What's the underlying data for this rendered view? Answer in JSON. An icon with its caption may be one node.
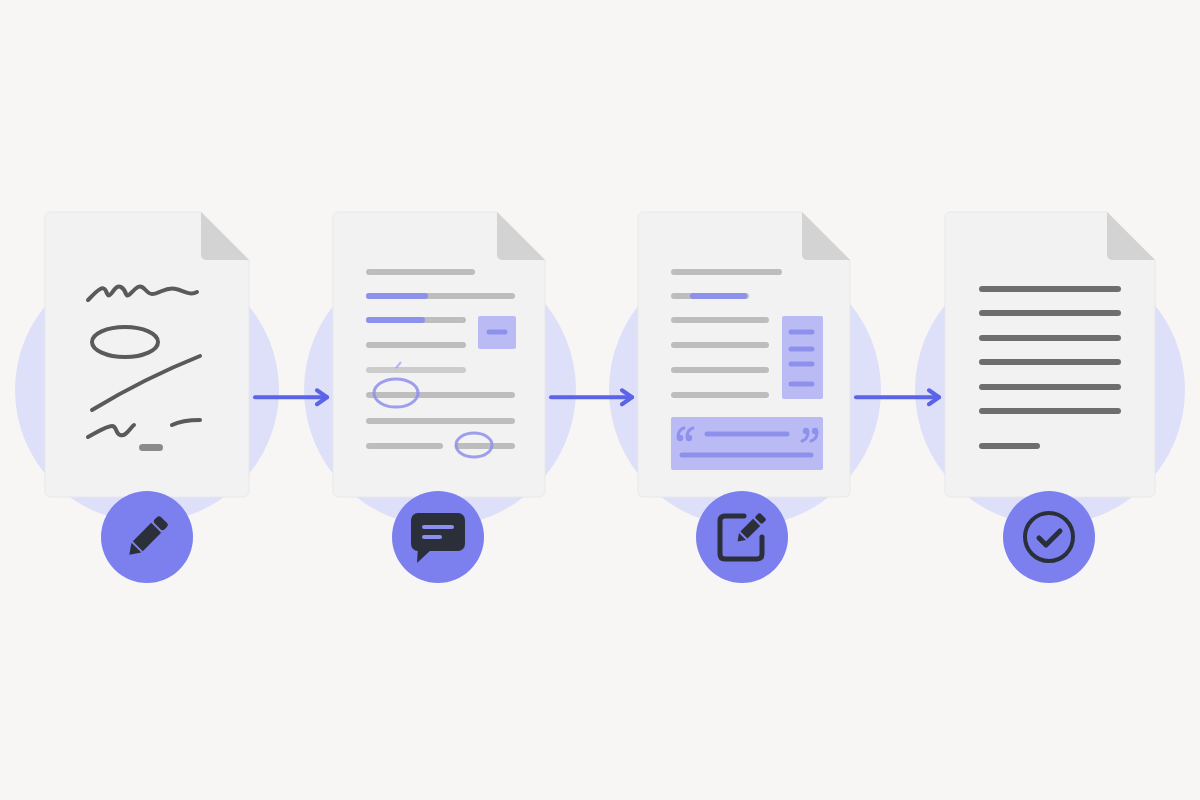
{
  "diagram": {
    "nodes": [
      {
        "text": [],
        "shape": "document"
      },
      {
        "text": [],
        "shape": "document"
      },
      {
        "text": [],
        "shape": "document"
      },
      {
        "text": [],
        "shape": "document"
      }
    ],
    "edges": [
      {
        "from": 0,
        "to": 1,
        "arrow": "to"
      },
      {
        "from": 1,
        "to": 2,
        "arrow": "to"
      },
      {
        "from": 2,
        "to": 3,
        "arrow": "to"
      }
    ]
  }
}
